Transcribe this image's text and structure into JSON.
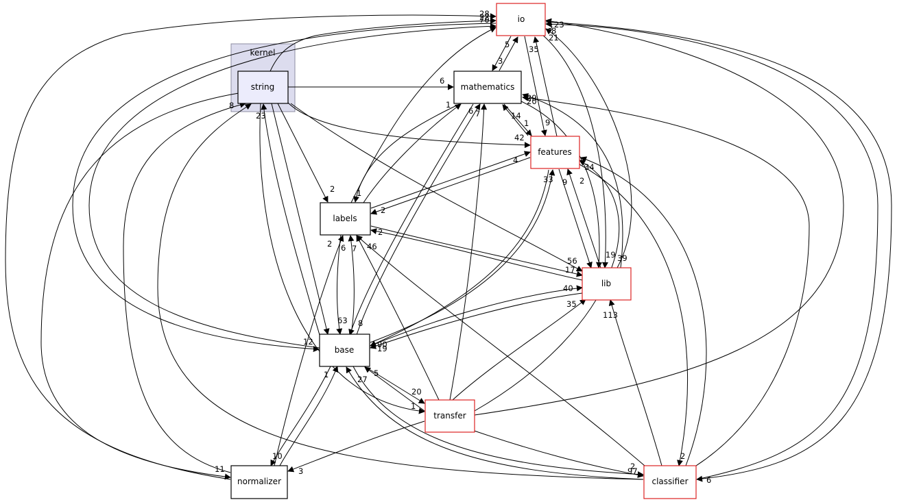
{
  "cluster": {
    "label": "kernel"
  },
  "colors": {
    "cluster_fill": "#dcdcee",
    "cluster_border": "#8c8ca0",
    "selected_fill": "#ececfc",
    "external_border": "#dd2222",
    "normal_border": "#000000"
  },
  "nodes": [
    {
      "id": "string",
      "label": "string",
      "kind": "selected"
    },
    {
      "id": "io",
      "label": "io",
      "kind": "external"
    },
    {
      "id": "mathematics",
      "label": "mathematics",
      "kind": "normal"
    },
    {
      "id": "features",
      "label": "features",
      "kind": "external"
    },
    {
      "id": "labels",
      "label": "labels",
      "kind": "normal"
    },
    {
      "id": "lib",
      "label": "lib",
      "kind": "external"
    },
    {
      "id": "base",
      "label": "base",
      "kind": "normal"
    },
    {
      "id": "transfer",
      "label": "transfer",
      "kind": "external"
    },
    {
      "id": "normalizer",
      "label": "normalizer",
      "kind": "normal"
    },
    {
      "id": "classifier",
      "label": "classifier",
      "kind": "external"
    }
  ],
  "edge_labels": [
    "28",
    "22",
    "70",
    "3",
    "23",
    "8",
    "21",
    "5",
    "3",
    "35",
    "6",
    "20",
    "29",
    "1",
    "6",
    "7",
    "14",
    "1",
    "9",
    "42",
    "4",
    "34",
    "33",
    "9",
    "2",
    "2",
    "1",
    "2",
    "2",
    "46",
    "6",
    "7",
    "2",
    "56",
    "17",
    "19",
    "39",
    "40",
    "35",
    "113",
    "63",
    "8",
    "12",
    "90",
    "19",
    "27",
    "5",
    "20",
    "1",
    "10",
    "1",
    "3",
    "11",
    "2",
    "97",
    "2",
    "6",
    "8",
    "23"
  ]
}
